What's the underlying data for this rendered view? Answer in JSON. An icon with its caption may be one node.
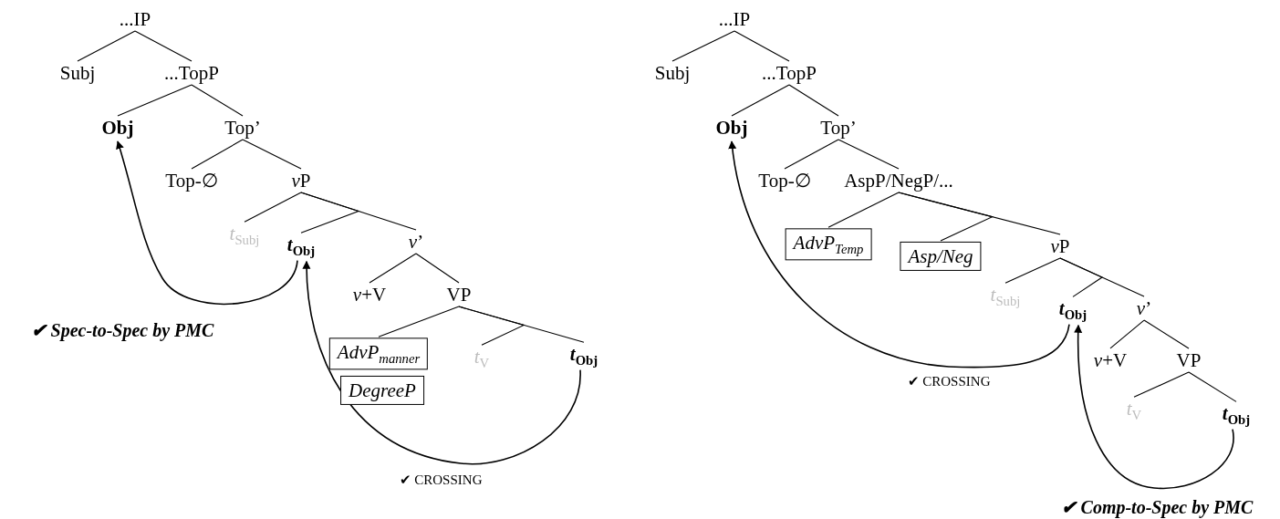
{
  "diagram": {
    "nodes": [
      {
        "text": [
          "...IP"
        ]
      },
      {
        "text": [
          "Subj"
        ]
      },
      {
        "text": [
          "...TopP"
        ]
      },
      {
        "text": [
          "Obj"
        ]
      },
      {
        "text": [
          "Top’"
        ]
      },
      {
        "text": [
          "Top-∅"
        ]
      },
      {
        "text": [
          "vP"
        ]
      },
      {
        "text": [
          "*t*$_{Subj}$"
        ]
      },
      {
        "text": [
          "*t*$_{Obj}$"
        ]
      },
      {
        "text": [
          "*v*’"
        ]
      },
      {
        "text": [
          "*v*+V"
        ]
      },
      {
        "text": [
          "VP"
        ]
      },
      {
        "text": [
          "AdvP$_{manner}$"
        ]
      },
      {
        "text": [
          "DegreeP"
        ]
      },
      {
        "text": [
          "*t*$_{V}$"
        ]
      },
      {
        "text": [
          "*t*$_{Obj}$"
        ]
      },
      {
        "text": [
          "...IP"
        ]
      },
      {
        "text": [
          "Subj"
        ]
      },
      {
        "text": [
          "...TopP"
        ]
      },
      {
        "text": [
          "Obj"
        ]
      },
      {
        "text": [
          "Top’"
        ]
      },
      {
        "text": [
          "Top-∅"
        ]
      },
      {
        "text": [
          "AspP/NegP/..."
        ]
      },
      {
        "text": [
          "AdvP$_{Temp}$"
        ]
      },
      {
        "text": [
          "Asp/Neg"
        ]
      },
      {
        "text": [
          "vP"
        ]
      },
      {
        "text": [
          "*t*$_{Subj}$"
        ]
      },
      {
        "text": [
          "*t*$_{Obj}$"
        ]
      },
      {
        "text": [
          "*v*’"
        ]
      },
      {
        "text": [
          "*v*+V"
        ]
      },
      {
        "text": [
          "VP"
        ]
      },
      {
        "text": [
          "*t*$_{V}$"
        ]
      },
      {
        "text": [
          "*t*$_{Obj}$"
        ]
      }
    ],
    "edges": [
      {
        "from": 0,
        "to": 1,
        "arrow": "none"
      },
      {
        "from": 0,
        "to": 2,
        "arrow": "none"
      },
      {
        "from": 2,
        "to": 3,
        "arrow": "none"
      },
      {
        "from": 2,
        "to": 4,
        "arrow": "none"
      },
      {
        "from": 4,
        "to": 5,
        "arrow": "none"
      },
      {
        "from": 4,
        "to": 6,
        "arrow": "none"
      },
      {
        "from": 6,
        "to": 7,
        "arrow": "none"
      },
      {
        "from": 6,
        "to": 8,
        "arrow": "none"
      },
      {
        "from": 6,
        "to": 9,
        "arrow": "none"
      },
      {
        "from": 9,
        "to": 10,
        "arrow": "none"
      },
      {
        "from": 9,
        "to": 11,
        "arrow": "none"
      },
      {
        "from": 11,
        "to": 12,
        "arrow": "none"
      },
      {
        "from": 11,
        "to": 14,
        "arrow": "none"
      },
      {
        "from": 11,
        "to": 15,
        "arrow": "none"
      },
      {
        "from": 8,
        "to": 3,
        "arrow": "to"
      },
      {
        "from": 15,
        "to": 8,
        "arrow": "to"
      },
      {
        "from": 16,
        "to": 17,
        "arrow": "none"
      },
      {
        "from": 16,
        "to": 18,
        "arrow": "none"
      },
      {
        "from": 18,
        "to": 19,
        "arrow": "none"
      },
      {
        "from": 18,
        "to": 20,
        "arrow": "none"
      },
      {
        "from": 20,
        "to": 21,
        "arrow": "none"
      },
      {
        "from": 20,
        "to": 22,
        "arrow": "none"
      },
      {
        "from": 22,
        "to": 23,
        "arrow": "none"
      },
      {
        "from": 22,
        "to": 24,
        "arrow": "none"
      },
      {
        "from": 22,
        "to": 25,
        "arrow": "none"
      },
      {
        "from": 25,
        "to": 26,
        "arrow": "none"
      },
      {
        "from": 25,
        "to": 27,
        "arrow": "none"
      },
      {
        "from": 25,
        "to": 28,
        "arrow": "none"
      },
      {
        "from": 28,
        "to": 29,
        "arrow": "none"
      },
      {
        "from": 28,
        "to": 30,
        "arrow": "none"
      },
      {
        "from": 30,
        "to": 31,
        "arrow": "none"
      },
      {
        "from": 30,
        "to": 32,
        "arrow": "none"
      },
      {
        "from": 27,
        "to": 19,
        "arrow": "to"
      },
      {
        "from": 32,
        "to": 27,
        "arrow": "to"
      }
    ],
    "labels": [
      "✔ Spec-to-Spec by PMC",
      "✔ CROSSING",
      "✔ CROSSING",
      "✔ Comp-to-Spec by PMC"
    ]
  }
}
